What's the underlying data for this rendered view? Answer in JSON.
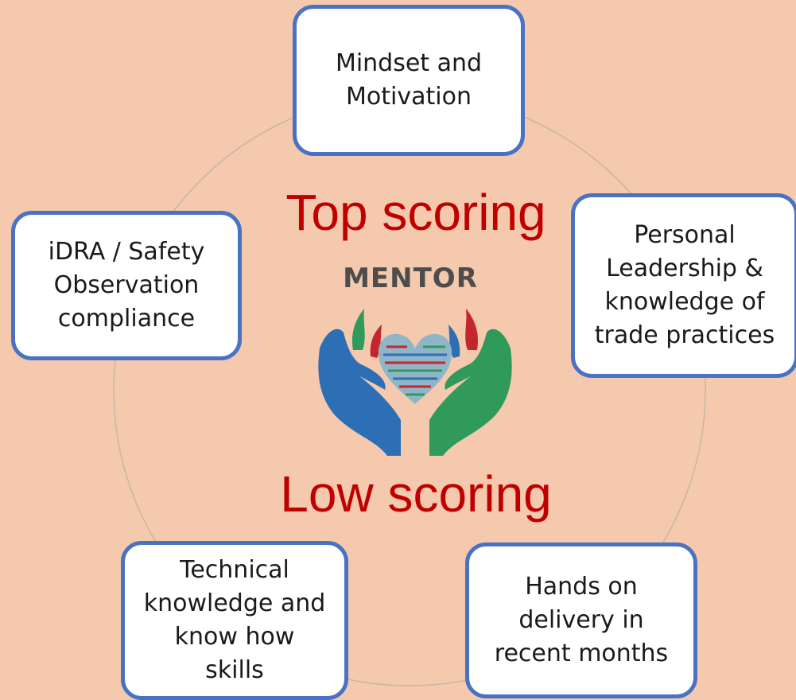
{
  "boxes": {
    "top": "Mindset and\nMotivation",
    "right": "Personal\nLeadership &\nknowledge of\ntrade practices",
    "left": "iDRA / Safety\nObservation\ncompliance",
    "bottom_left": "Technical\nknowledge and\nknow how\nskills",
    "bottom_right": "Hands on\ndelivery in\nrecent months"
  },
  "center": {
    "top_label": "Top scoring",
    "low_label": "Low scoring",
    "logo_text": "MENTOR"
  },
  "colors": {
    "background": "#f4c9ad",
    "box_border": "#4a72c4",
    "score_text": "#c00000",
    "hand_left": "#2d6fb5",
    "hand_right": "#2f9a5a"
  },
  "icons": [
    "mentor-logo-icon",
    "hands-heart-icon"
  ]
}
